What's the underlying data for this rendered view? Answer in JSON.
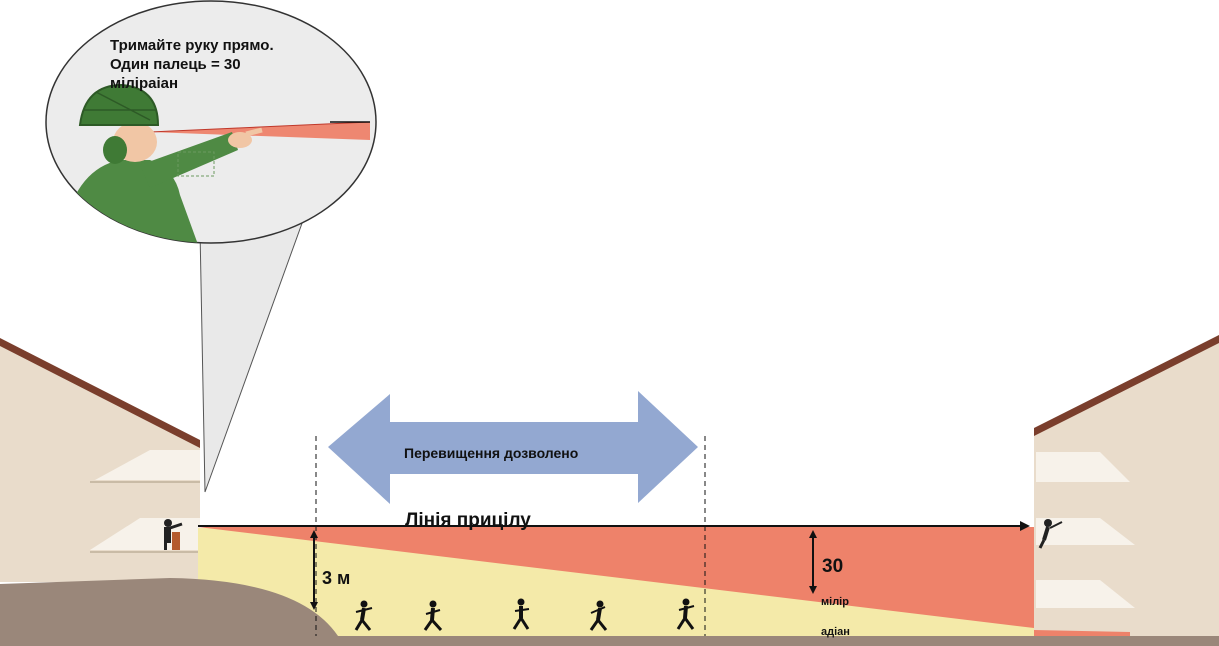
{
  "callout": {
    "line1": "Тримайте руку прямо.",
    "line2": "Один палець = 30",
    "line3": "міліраіан"
  },
  "overshoot_label": "Перевищення дозволено",
  "sight_line_label": "Лінія прицілу",
  "height_label": "3 м",
  "angle": {
    "value": "30",
    "unit_line1": "мілір",
    "unit_line2": "адіан"
  },
  "colors": {
    "danger_zone": "#ee826a",
    "safe_zone": "#f4eaa9",
    "ground": "#9a877a",
    "arrow": "#93a8d1",
    "building": "#e9dccb",
    "roof": "#7a3e2c",
    "soldier": "#4f8a44"
  },
  "icons": [
    "soldier-pointing",
    "shooter-silhouette",
    "target-silhouette",
    "running-soldier-silhouette"
  ]
}
